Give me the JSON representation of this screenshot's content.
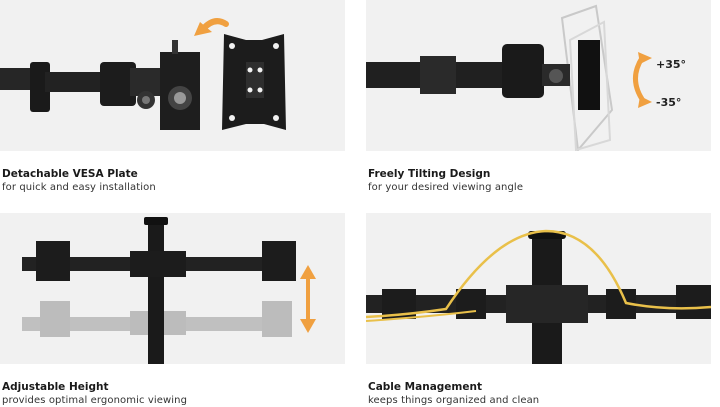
{
  "features": [
    {
      "title": "Detachable VESA Plate",
      "subtitle": "for quick and easy installation"
    },
    {
      "title": "Freely Tilting Design",
      "subtitle": "for your desired viewing angle"
    },
    {
      "title": "Adjustable Height",
      "subtitle": "provides optimal ergonomic viewing"
    },
    {
      "title": "Cable Management",
      "subtitle": "keeps things organized and clean"
    }
  ],
  "tilt": {
    "up_label": "+35°",
    "down_label": "-35°"
  },
  "colors": {
    "panel_bg": "#f1f1f1",
    "arm": "#1f1f1f",
    "accent_orange": "#f0a040",
    "cable_yellow": "#e9c04a"
  }
}
